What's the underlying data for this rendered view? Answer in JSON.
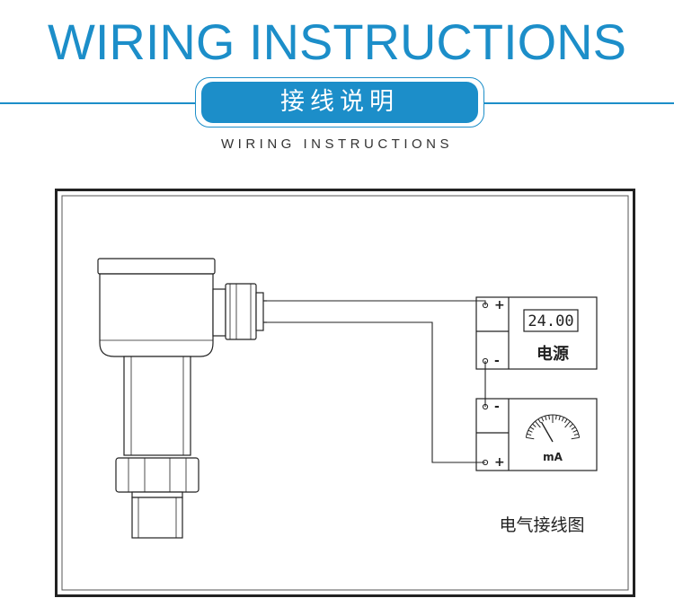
{
  "header": {
    "title": "WIRING INSTRUCTIONS",
    "badge": "接线说明",
    "subtitle": "WIRING INSTRUCTIONS"
  },
  "diagram": {
    "power_supply": {
      "display_value": "24.00",
      "label": "电源",
      "plus": "+",
      "minus": "-"
    },
    "meter": {
      "unit": "mA",
      "plus": "+",
      "minus": "-"
    },
    "caption": "电气接线图"
  },
  "colors": {
    "accent": "#1c8ec9",
    "line": "#222222"
  }
}
